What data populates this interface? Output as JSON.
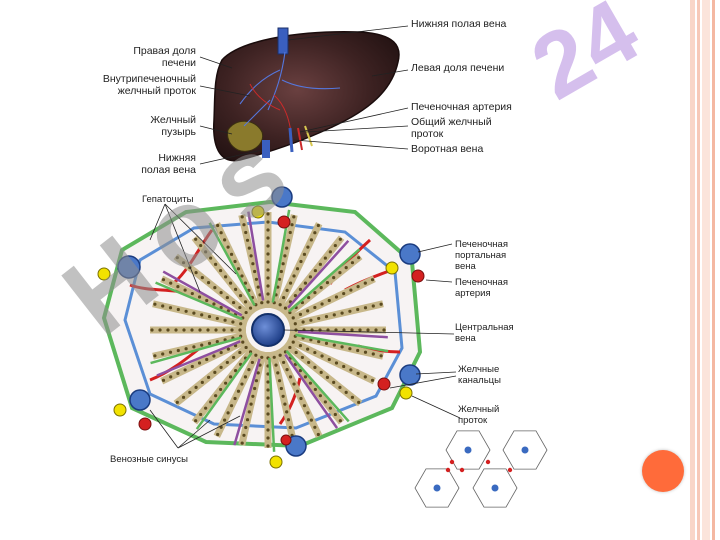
{
  "liver": {
    "labels_left": [
      "Правая доля\nпечени",
      "Внутрипеченочный\nжелчный проток",
      "Желчный\nпузырь",
      "Нижняя\nполая вена"
    ],
    "labels_right": [
      "Нижняя полая вена",
      "Левая доля печени",
      "Печеночная артерия",
      "Общий желчный\nпроток",
      "Воротная вена"
    ]
  },
  "lobule": {
    "label_hepatocytes": "Гепатоциты",
    "label_venous_sinuses": "Венозные синусы",
    "labels_right": [
      "Печеночная\nпортальная\nвена",
      "Печеночная\nартерия",
      "Центральная\nвена",
      "Желчные\nканальцы",
      "Желчный\nпроток"
    ]
  },
  "watermark": {
    "text_diagonal": "Hos",
    "text_vertical": "24"
  },
  "colors": {
    "accent": "#ff6b3a",
    "frame_stripe": "#f7c9b8",
    "watermark_gray": "#8f8f8f",
    "watermark_violet": "#b48be0",
    "sinus_green": "#5cb85c",
    "bile_blue": "#5b8fd6",
    "artery_red": "#d42020",
    "portal_purple": "#8e4fa0",
    "central_vein": "#2d5aa8",
    "yellow_node": "#f2e200"
  }
}
